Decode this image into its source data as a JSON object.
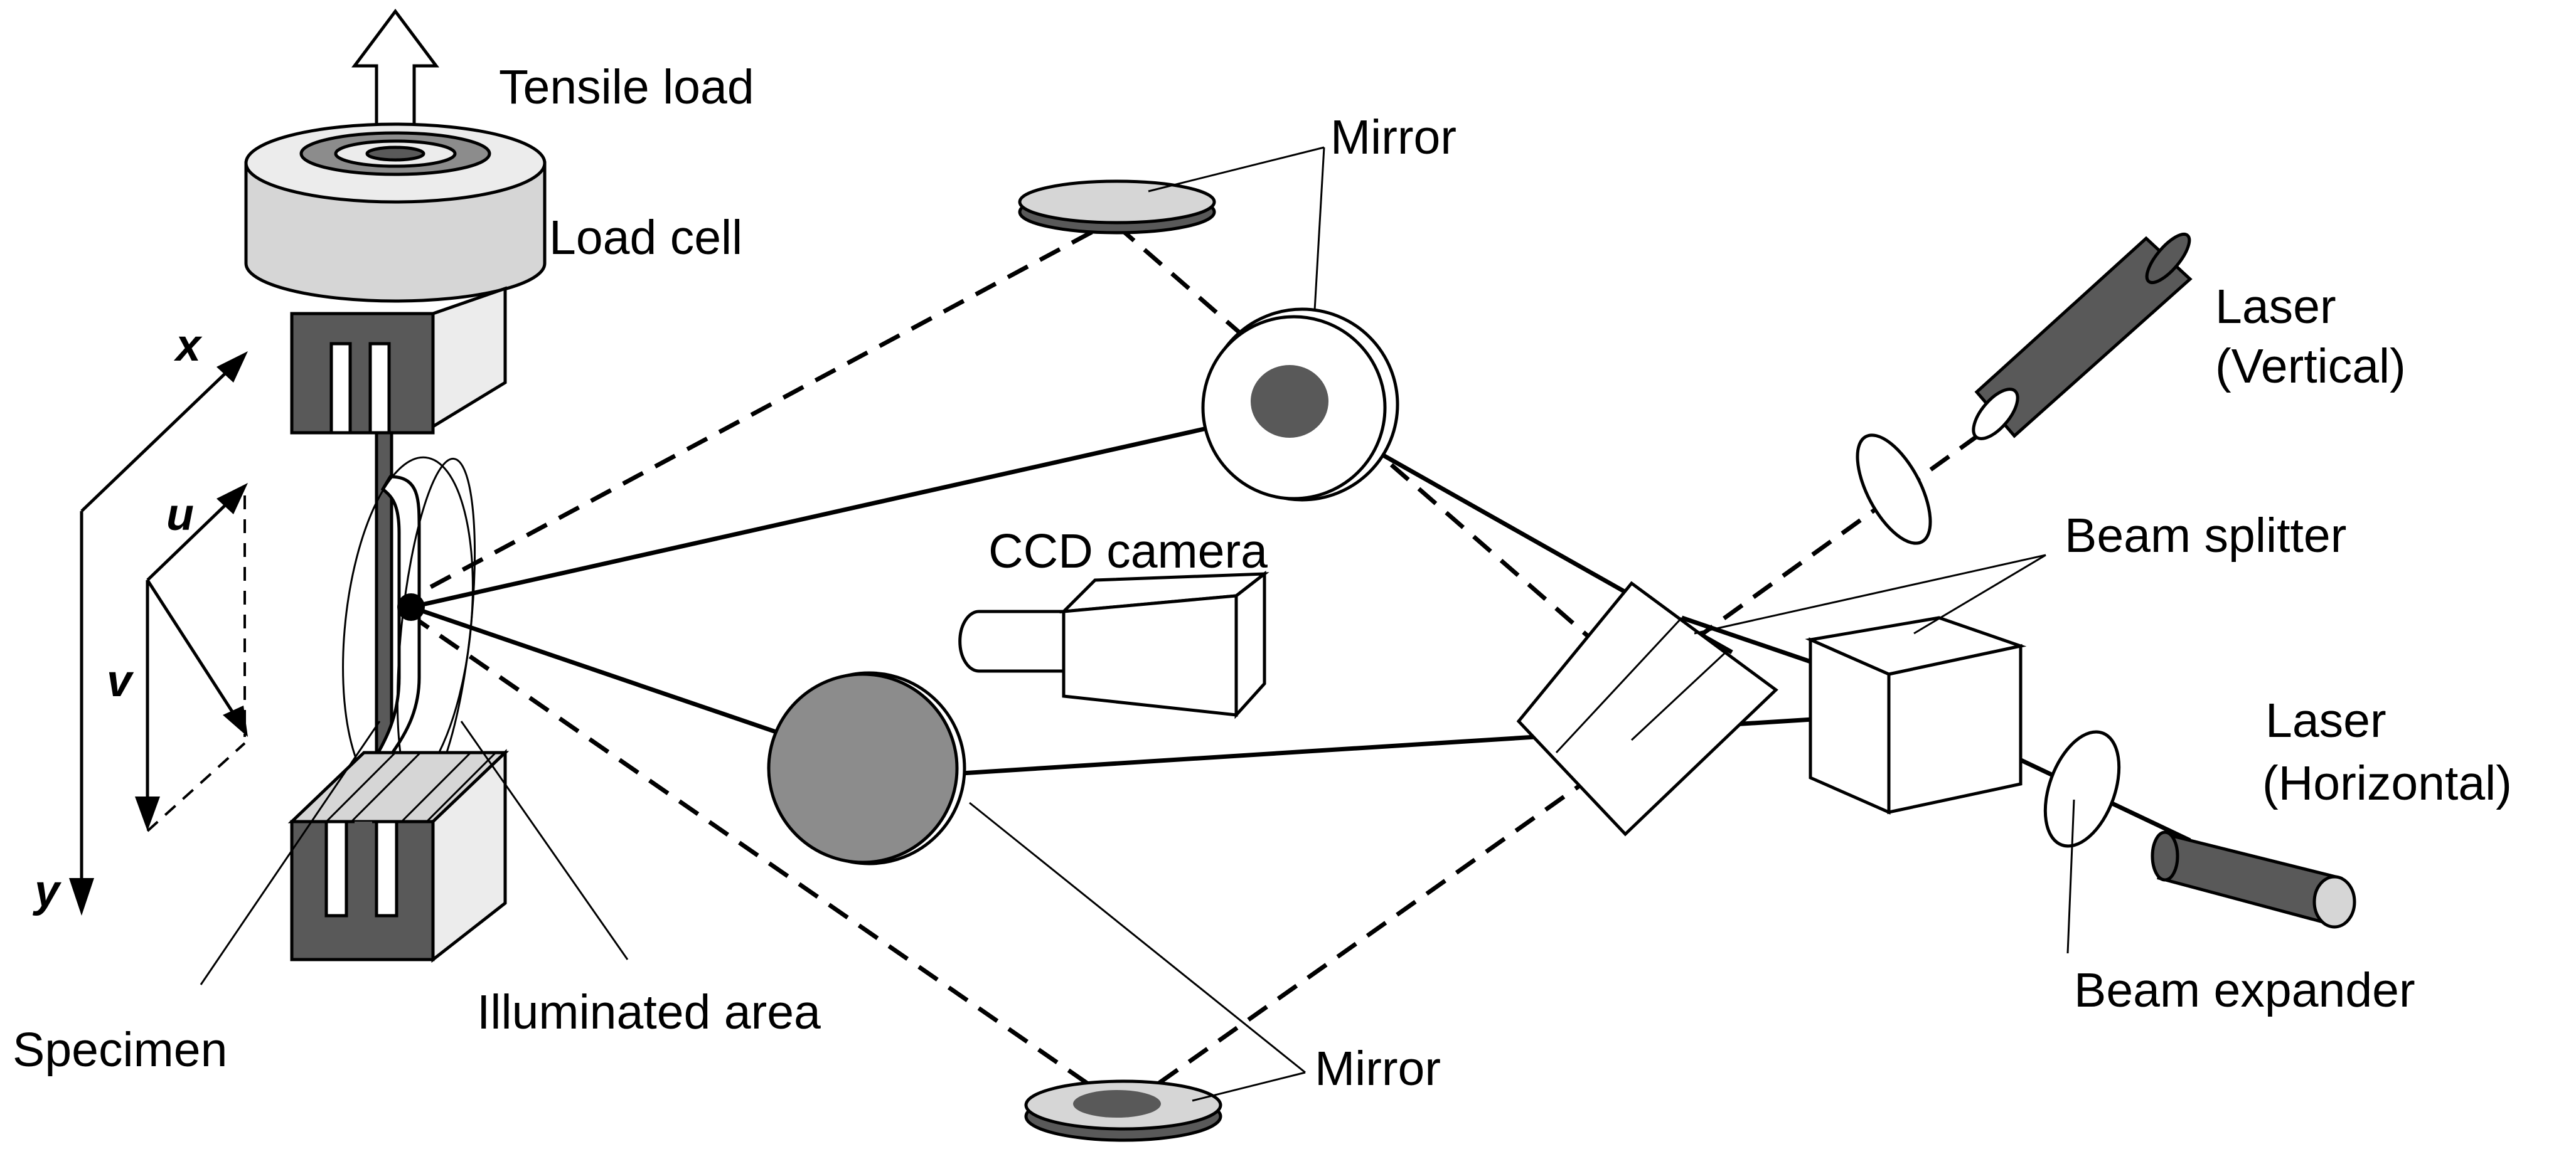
{
  "labels": {
    "tensile_load": "Tensile load",
    "load_cell": "Load cell",
    "mirror_top": "Mirror",
    "mirror_bottom": "Mirror",
    "laser_vertical_1": "Laser",
    "laser_vertical_2": "(Vertical)",
    "laser_horizontal_1": "Laser",
    "laser_horizontal_2": "(Horizontal)",
    "beam_splitter": "Beam splitter",
    "ccd_camera": "CCD camera",
    "specimen": "Specimen",
    "illuminated_area": "Illuminated area",
    "beam_expander": "Beam expander"
  },
  "axes": {
    "x": "x",
    "y": "y",
    "u": "u",
    "v": "v"
  },
  "colors": {
    "ink": "#000000",
    "dark_gray": "#595959",
    "mid_gray": "#8c8c8c",
    "light_gray": "#d6d6d6",
    "pale_gray": "#ececec"
  }
}
